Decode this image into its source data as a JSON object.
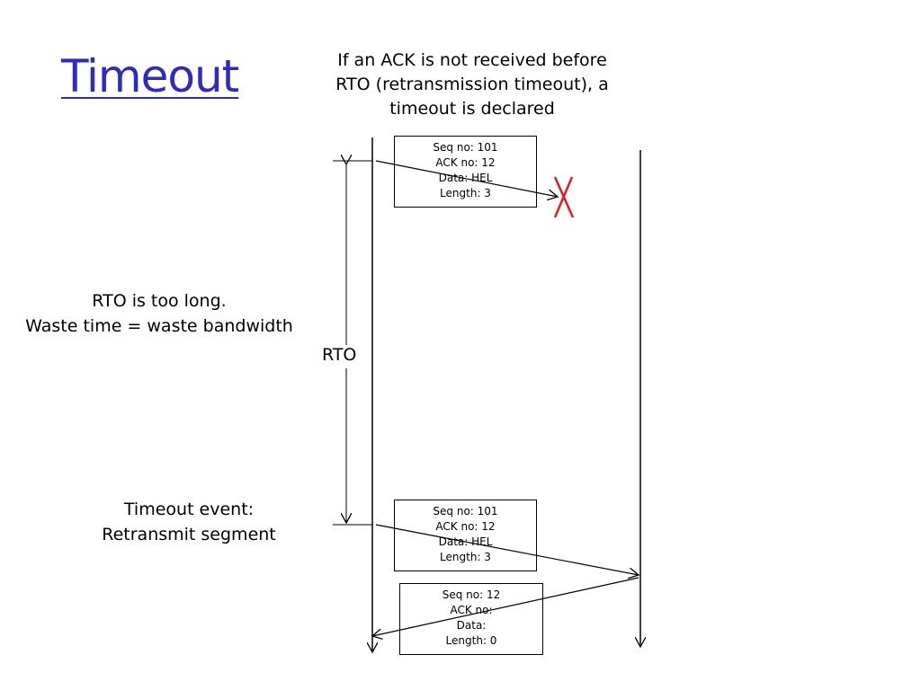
{
  "title": "Timeout",
  "intro": [
    "If an ACK is not received before",
    "RTO (retransmission timeout), a",
    "timeout is declared"
  ],
  "notes": {
    "rto_too_long": [
      "RTO is too long.",
      "Waste time = waste bandwidth"
    ],
    "timeout_event": [
      "Timeout event:",
      "Retransmit segment"
    ]
  },
  "rto_label": "RTO",
  "packets": [
    {
      "seq": "Seq no: 101",
      "ack": "ACK no: 12",
      "data": "Data: HEL",
      "length": "Length: 3"
    },
    {
      "seq": "Seq no: 101",
      "ack": "ACK no: 12",
      "data": "Data: HEL",
      "length": "Length: 3"
    },
    {
      "seq": "Seq no: 12",
      "ack": "ACK no:",
      "data": "Data:",
      "length": "Length: 0"
    }
  ],
  "colors": {
    "title": "#2b2bcc",
    "lost_mark": "#e8191b",
    "lines": "#000000"
  },
  "icons": {
    "lost": "red-x-icon"
  }
}
